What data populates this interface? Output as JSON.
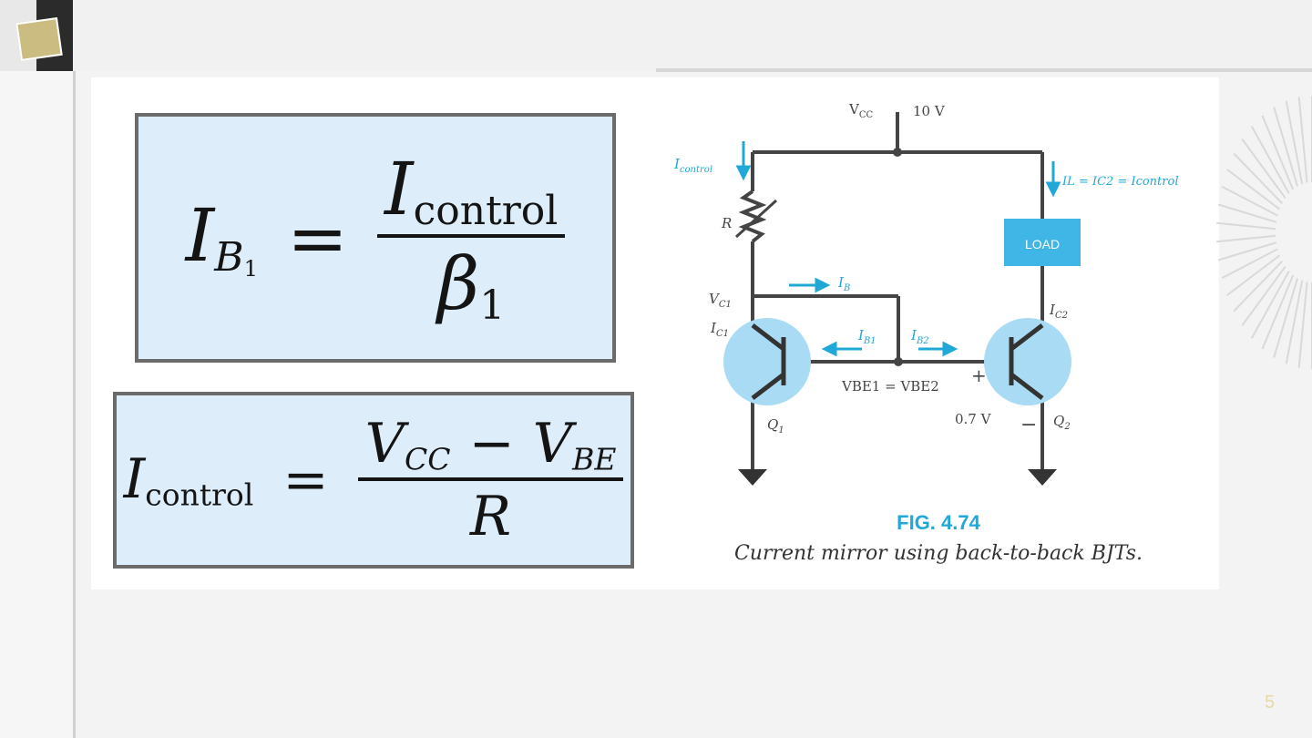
{
  "slide": {
    "equation_top": {
      "lhs_symbol": "I",
      "lhs_sub": "B",
      "lhs_subsub": "1",
      "equals": "=",
      "numerator_symbol": "I",
      "numerator_sub": "control",
      "denominator_symbol": "β",
      "denominator_sub": "1"
    },
    "equation_bottom": {
      "lhs_symbol": "I",
      "lhs_sub": "control",
      "equals": "=",
      "num_a_symbol": "V",
      "num_a_sub": "CC",
      "minus": "−",
      "num_b_symbol": "V",
      "num_b_sub": "BE",
      "denominator": "R"
    },
    "circuit": {
      "vcc_label": "V",
      "vcc_sub": "CC",
      "vcc_value": "10 V",
      "i_control": "I",
      "i_control_sub": "control",
      "resistor_label": "R",
      "load_label": "LOAD",
      "load_current": "I",
      "load_current_rest": "L = IC2 = Icontrol",
      "vc1_label": "V",
      "vc1_sub": "C1",
      "ic1_label": "I",
      "ic1_sub": "C1",
      "ic2_label": "I",
      "ic2_sub": "C2",
      "ib_label": "I",
      "ib_sub": "B",
      "ib1_label": "I",
      "ib1_sub": "B1",
      "ib2_label": "I",
      "ib2_sub": "B2",
      "vbe_eq": "VBE1 = VBE2",
      "vbe_value": "0.7 V",
      "plus": "+",
      "minus": "−",
      "q1": "Q",
      "q1_sub": "1",
      "q2": "Q",
      "q2_sub": "2"
    },
    "caption_fig": "FIG. 4.74",
    "caption_text": "Current mirror using back-to-back BJTs.",
    "page_number": "5"
  },
  "colors": {
    "accent": "#20a8d8",
    "box_fill": "#ddeefa",
    "box_border": "#6b6b6b",
    "transistor_fill": "#a9dcf4",
    "load_fill": "#3fb6e6"
  },
  "icons": [
    "logo-thumbnail-icon",
    "ground-icon",
    "resistor-icon",
    "transistor-icon",
    "arrow-icon",
    "sunburst-decoration-icon"
  ]
}
